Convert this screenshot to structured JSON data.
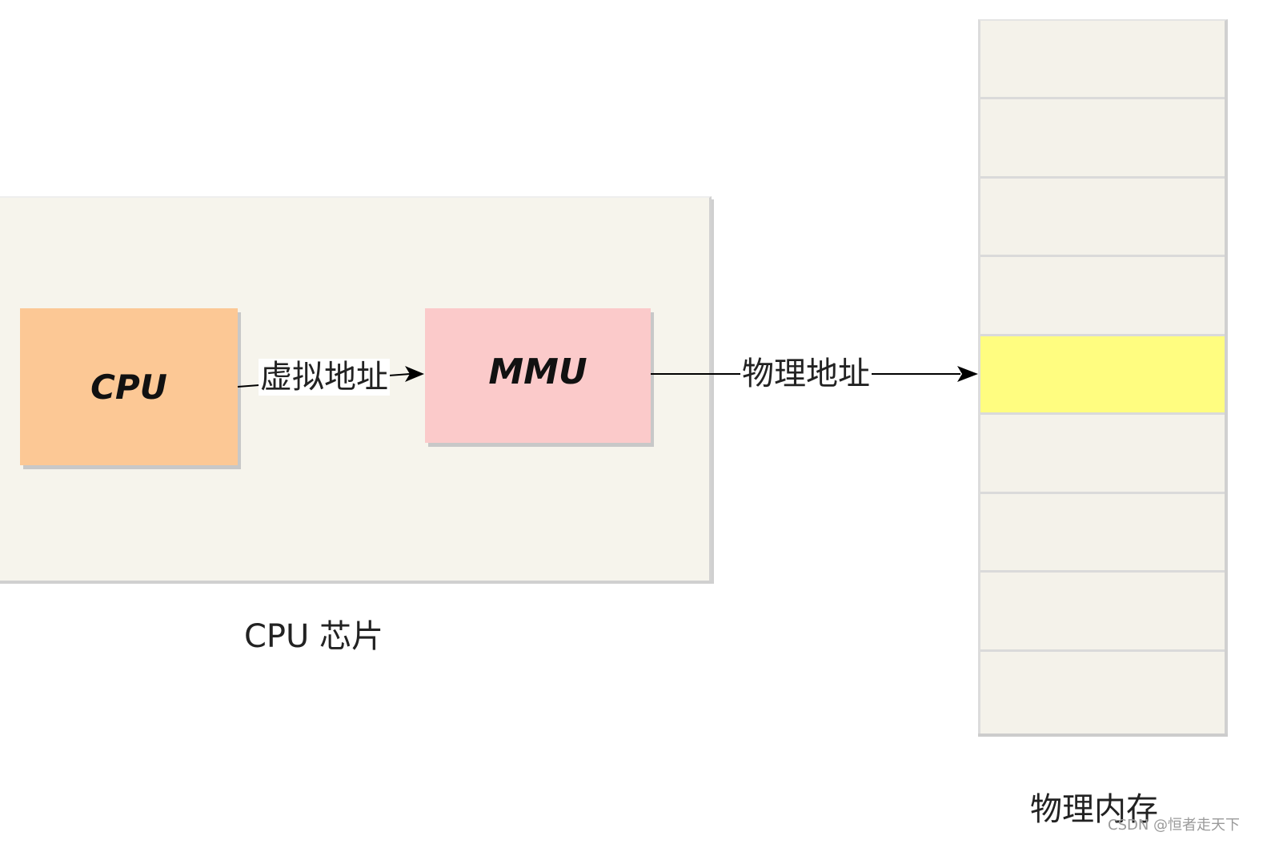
{
  "diagram": {
    "chip": {
      "label": "CPU 芯片",
      "cpu_label": "CPU",
      "mmu_label": "MMU"
    },
    "edges": {
      "virtual_address": "虚拟地址",
      "physical_address": "物理地址"
    },
    "memory": {
      "label": "物理内存",
      "row_count": 9,
      "highlighted_row": 4
    },
    "colors": {
      "chip_bg": "#f6f4ec",
      "cpu_fill": "#fcc895",
      "mmu_fill": "#fbcaca",
      "memory_bg": "#f4f2ea",
      "highlight": "#fffd80"
    }
  },
  "watermark": "CSDN @恒者走天下"
}
